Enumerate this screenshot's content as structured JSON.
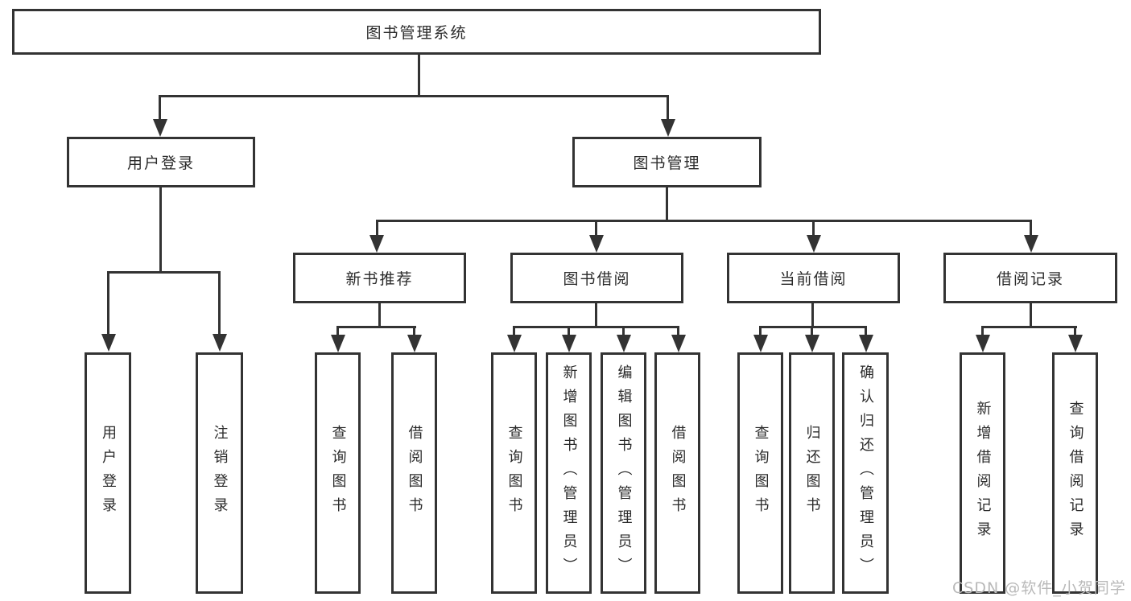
{
  "theme": {
    "bg": "#ffffff",
    "line": "#333333",
    "text": "#2b2b2b",
    "watermark": "#b9b9b9"
  },
  "diagram": {
    "root": {
      "label": "图书管理系统"
    },
    "level1": [
      {
        "label": "用户登录"
      },
      {
        "label": "图书管理"
      }
    ],
    "level2": [
      {
        "label": "新书推荐"
      },
      {
        "label": "图书借阅"
      },
      {
        "label": "当前借阅"
      },
      {
        "label": "借阅记录"
      }
    ],
    "leaves": {
      "user": [
        {
          "label": "用户登录"
        },
        {
          "label": "注销登录"
        }
      ],
      "recommend": [
        {
          "label": "查询图书"
        },
        {
          "label": "借阅图书"
        }
      ],
      "borrow": [
        {
          "label": "查询图书"
        },
        {
          "label": "新增图书（管理员）"
        },
        {
          "label": "编辑图书（管理员）"
        },
        {
          "label": "借阅图书"
        }
      ],
      "current": [
        {
          "label": "查询图书"
        },
        {
          "label": "归还图书"
        },
        {
          "label": "确认归还（管理员）"
        }
      ],
      "records": [
        {
          "label": "新增借阅记录"
        },
        {
          "label": "查询借阅记录"
        }
      ]
    }
  },
  "watermark": {
    "text": "CSDN @软件_小贺同学"
  }
}
